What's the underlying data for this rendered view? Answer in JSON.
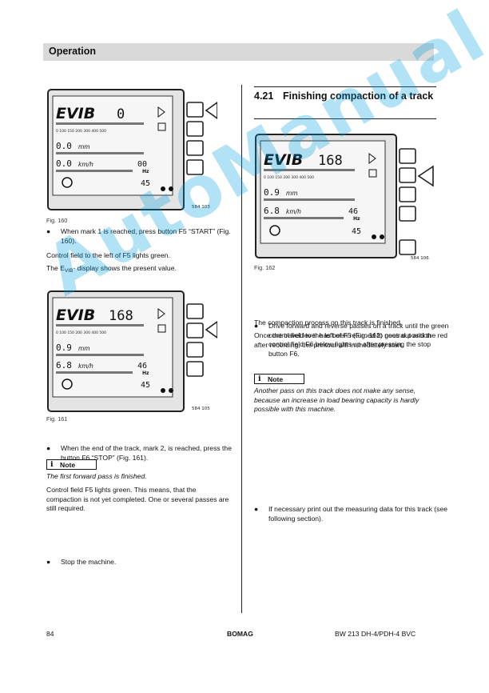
{
  "header": {
    "title": "Operation"
  },
  "section": {
    "number": "4.21",
    "title": "Finishing compaction of a track"
  },
  "figures": {
    "fig160": {
      "caption": "Fig. 160",
      "ref": "584 103",
      "evib": "0",
      "val1": "0.0",
      "unit1": "mm",
      "val2": "0.0",
      "unit2": "km/h",
      "freq": "00",
      "hz": "Hz",
      "pct": "45"
    },
    "fig161": {
      "caption": "Fig. 161",
      "ref": "584 105",
      "evib": "168",
      "val1": "0.9",
      "unit1": "mm",
      "val2": "6.8",
      "unit2": "km/h",
      "freq": "46",
      "hz": "Hz",
      "pct": "45"
    },
    "fig162": {
      "caption": "Fig. 162",
      "ref": "584 106",
      "evib": "168",
      "val1": "0.9",
      "unit1": "mm",
      "val2": "6.8",
      "unit2": "km/h",
      "freq": "46",
      "hz": "Hz",
      "pct": "45"
    },
    "display_label": "EVIB",
    "scale_ticks": "0   100  150  200  300  400  500"
  },
  "left": {
    "b1": "When mark 1 is reached, press button F5 “START” (Fig. 160).",
    "p1": "Control field to the left of F5  lights green.",
    "p2_pre": "The E",
    "p2_sub": "VIB",
    "p2_post": "- display  shows the present value.",
    "b2": "When the end of the track, mark 2, is reached, press the button F6 “STOP” (Fig. 161).",
    "note_icon": "i",
    "note_label": "Note",
    "note_text": "The first forward pass is finished.",
    "p3": "Control field F5 lights green. This means, that the compaction is not yet completed. One or several passes are still required.",
    "b3": "Stop the machine."
  },
  "right": {
    "b1": "Drive forward and reverse passes on a track until the green control field to the left of F5 (Fig. 162) goes out and the red control field F6 below lights up after pressing the stop button F6.",
    "p1": "The compaction process on this track is finished.",
    "p2": "Once the travel lever has been returned to neutral position after recording, the printout will immediately start.",
    "note_icon": "i",
    "note_label": "Note",
    "note_text": "Another pass on this track does not make any sense, because an increase in load bearing capacity is hardly possible with this machine.",
    "b2": "If necessary print out the measuring data for this track (see following section)."
  },
  "footer": {
    "page": "84",
    "brand": "BOMAG",
    "model": "BW 213 DH-4/PDH-4 BVC"
  },
  "watermark": {
    "text": "AutoManual"
  },
  "colors": {
    "header_bg": "#d9d9d9",
    "watermark": "#00a0e1"
  }
}
